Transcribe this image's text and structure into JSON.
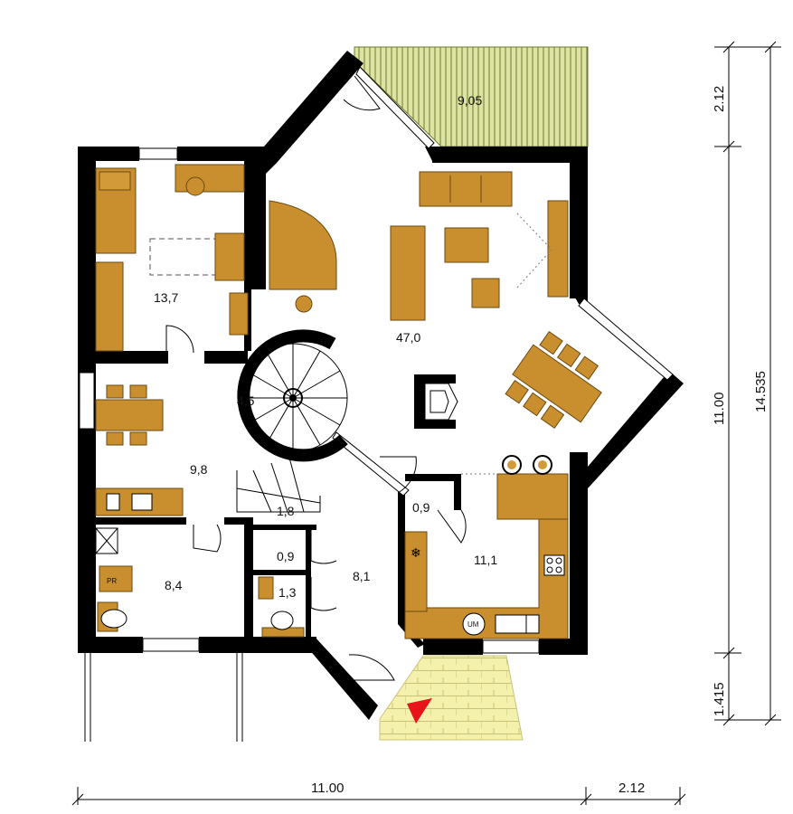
{
  "rooms": {
    "terrace": "9,05",
    "bedroom": "13,7",
    "living": "47,0",
    "stair": "4,5",
    "dining": "9,8",
    "landing": "1,8",
    "storage_left": "0,9",
    "bathroom": "8,4",
    "toilet": "1,3",
    "hall": "8,1",
    "pantry": "0,9",
    "kitchen": "11,1"
  },
  "fixtures": {
    "pr": "PR",
    "um": "UM"
  },
  "dimensions": {
    "bottom_main": "11.00",
    "bottom_extra": "2.12",
    "right_top": "2.12",
    "right_middle": "11.00",
    "right_bottom": "1.415",
    "right_total": "14.535"
  },
  "colors": {
    "wall": "#000000",
    "furniture": "#c98f2e",
    "terrace_hatch": "#d8df9a",
    "entry_tiles": "#f2f0a8",
    "entry_marker": "#e8141c"
  }
}
